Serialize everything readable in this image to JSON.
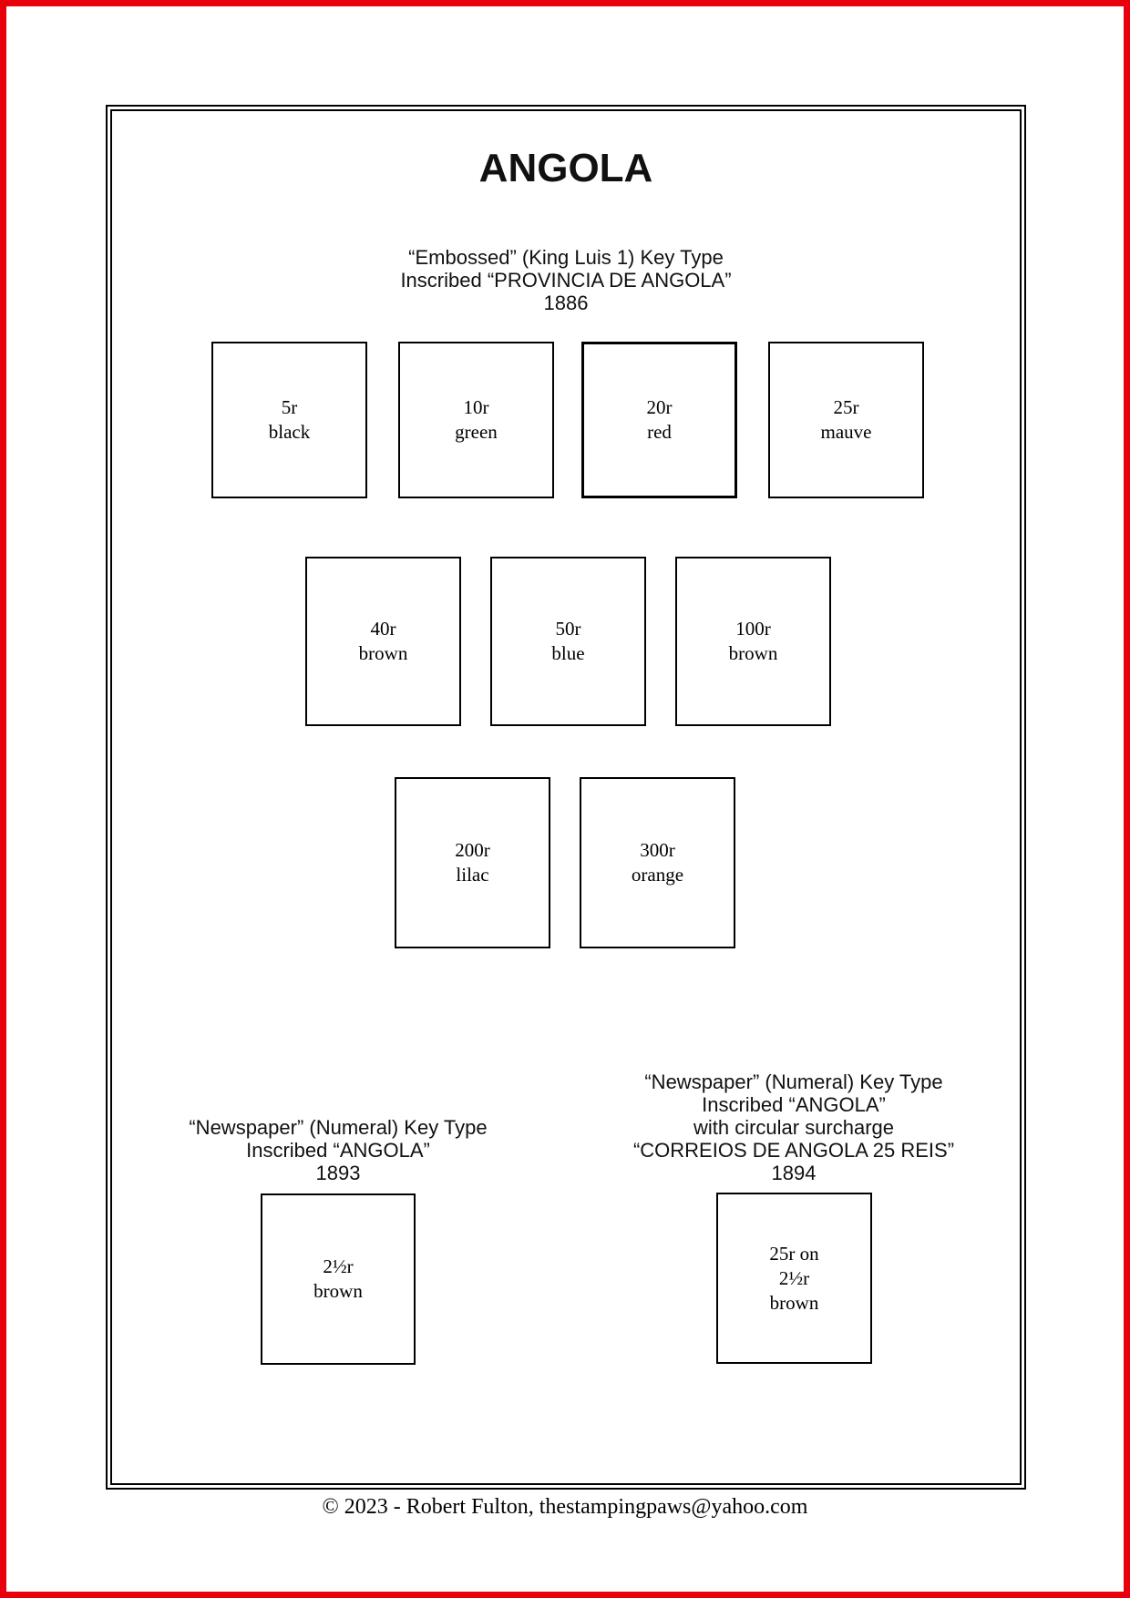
{
  "page": {
    "title": "ANGOLA",
    "border_color": "#e8000d",
    "rule_color": "#000000",
    "footer": "© 2023 -  Robert Fulton, thestampingpaws@yahoo.com"
  },
  "sections": {
    "embossed": {
      "heading": "“Embossed” (King Luis 1) Key Type\nInscribed “PROVINCIA DE ANGOLA”\n1886",
      "stamps": {
        "r5": "5r\nblack",
        "r10": "10r\ngreen",
        "r20": "20r\nred",
        "r25": "25r\nmauve",
        "r40": "40r\nbrown",
        "r50": "50r\nblue",
        "r100": "100r\nbrown",
        "r200": "200r\nlilac",
        "r300": "300r\norange"
      }
    },
    "newspaper_1893": {
      "heading": "“Newspaper” (Numeral) Key Type\nInscribed “ANGOLA”\n1893",
      "stamps": {
        "r2h": "2½r\nbrown"
      }
    },
    "newspaper_1894": {
      "heading": "“Newspaper” (Numeral) Key Type\nInscribed “ANGOLA”\nwith circular surcharge\n“CORREIOS DE ANGOLA 25 REIS”\n1894",
      "stamps": {
        "r25on": "25r on\n2½r\nbrown"
      }
    }
  }
}
